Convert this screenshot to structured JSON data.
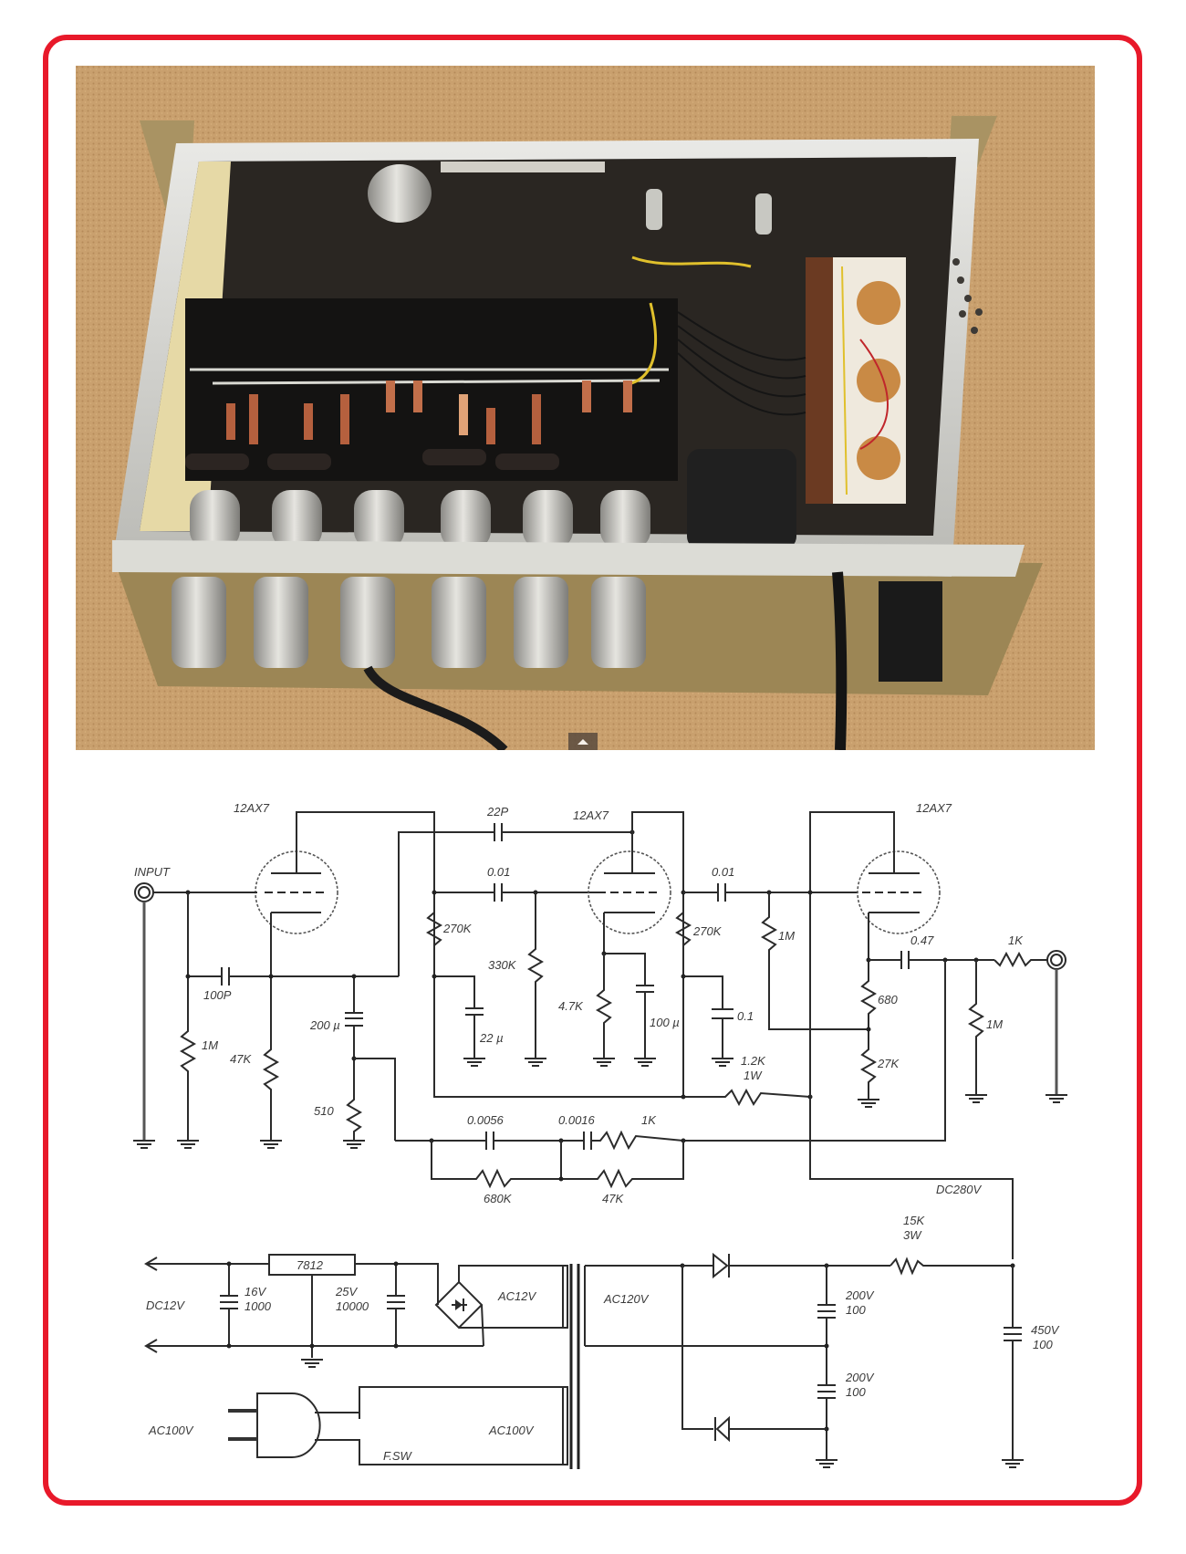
{
  "photo": {
    "subject": "amplifier-chassis-underside",
    "scroll_button_icon": "arrow-up-icon"
  },
  "colors": {
    "frame": "#e8192a",
    "carpet": "#c9a06e",
    "wire": "#2b2b2b",
    "label": "#3a3a3a"
  },
  "schematic": {
    "tubes": [
      "12AX7",
      "12AX7",
      "12AX7"
    ],
    "input_label": "INPUT",
    "preamp_labels": {
      "c_22p": "22P",
      "c_001_a": "0.01",
      "c_001_b": "0.01",
      "c_100p": "100P",
      "r_1m_in": "1M",
      "r_47k": "47K",
      "c_200u": "200 µ",
      "r_510": "510",
      "r_270k_a": "270K",
      "c_22u": "22 µ",
      "r_330k": "330K",
      "r_4_7k": "4.7K",
      "c_100u": "100 µ",
      "r_270k_b": "270K",
      "c_01": "0.1",
      "r_1m_grid": "1M",
      "c_047": "0.47",
      "r_1k_out": "1K",
      "r_680": "680",
      "r_27k": "27K",
      "r_1m_out": "1M",
      "r_1_2k": "1.2K",
      "r_1_2k_w": "1W",
      "c_00056": "0.0056",
      "c_00016": "0.0016",
      "r_1k_fb": "1K",
      "r_680k": "680K",
      "r_47k_fb": "47K",
      "dc280": "DC280V"
    },
    "power_labels": {
      "regulator": "7812",
      "dc12": "DC12V",
      "c16v": "16V",
      "c16v_val": "1000",
      "c25v": "25V",
      "c25v_val": "10000",
      "ac12": "AC12V",
      "ac120": "AC120V",
      "ac100_in": "AC100V",
      "ac100_pri": "AC100V",
      "fsw": "F.SW",
      "r_15k": "15K",
      "r_15k_w": "3W",
      "c200v_a": "200V",
      "c200v_a_val": "100",
      "c200v_b": "200V",
      "c200v_b_val": "100",
      "c450v": "450V",
      "c450v_val": "100"
    }
  }
}
